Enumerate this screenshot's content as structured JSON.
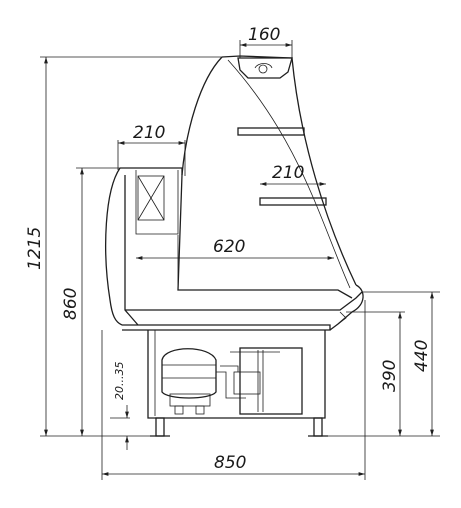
{
  "dimensions": {
    "top_lamp_width": "160",
    "upper_shelf_depth": "210",
    "shelf_depth": "210",
    "inner_depth": "620",
    "total_height": "1215",
    "counter_height": "860",
    "adjustable_feet": "20...35",
    "front_height_low": "390",
    "front_height_high": "440",
    "total_depth": "850"
  },
  "colors": {
    "line": "#1f1f1f",
    "background": "#ffffff"
  }
}
